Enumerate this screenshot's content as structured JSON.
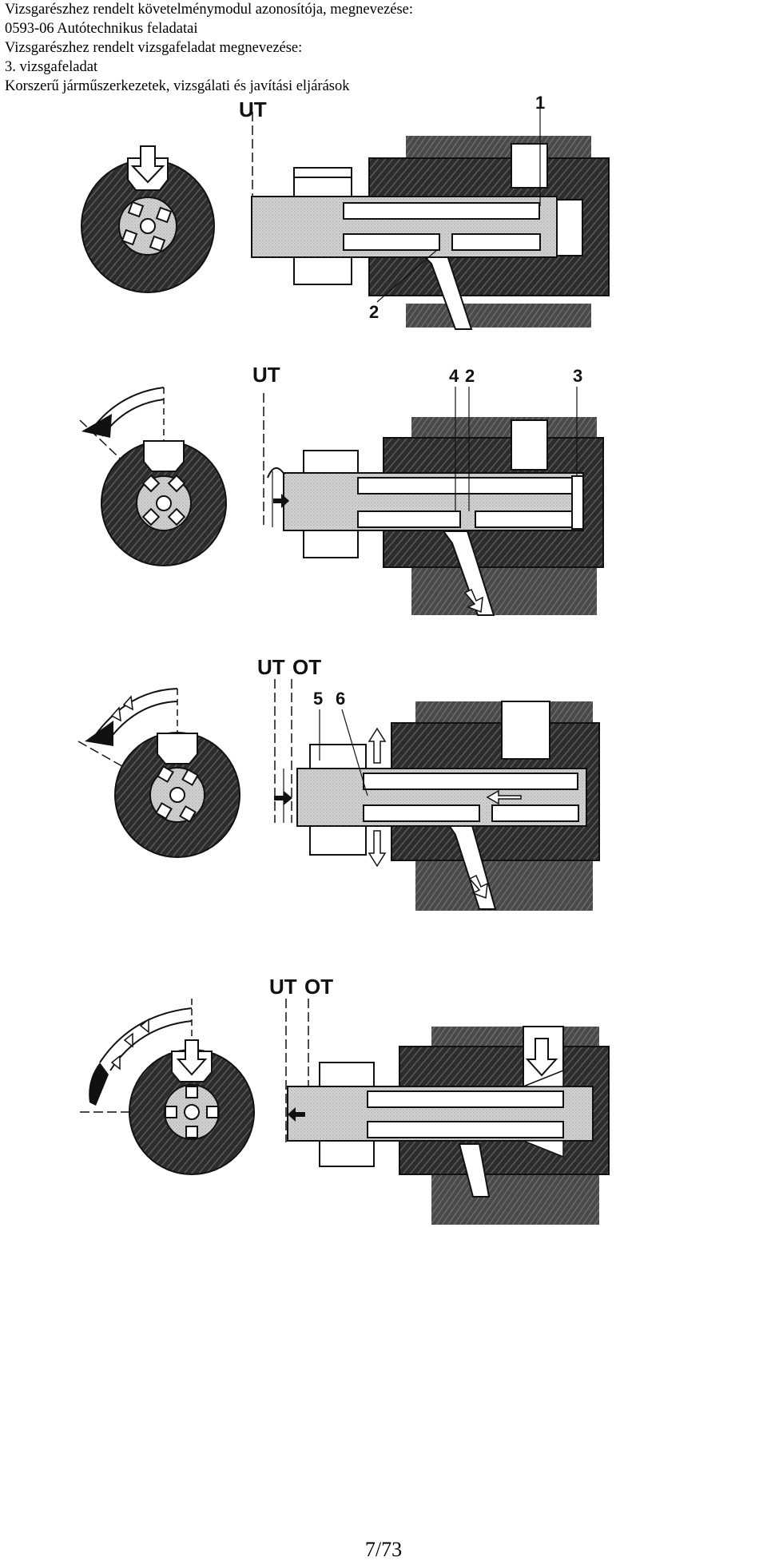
{
  "header": {
    "lines": [
      "Vizsgarészhez rendelt követelménymodul azonosítója, megnevezése:",
      "0593-06 Autótechnikus feladatai",
      "Vizsgarészhez rendelt vizsgafeladat megnevezése:",
      "3. vizsgafeladat",
      "Korszerű járműszerkezetek, vizsgálati és javítási eljárások"
    ]
  },
  "figure": {
    "panels": [
      {
        "labels": [
          "UT",
          "1",
          "2"
        ]
      },
      {
        "labels": [
          "UT",
          "4",
          "2",
          "3"
        ]
      },
      {
        "labels": [
          "UT",
          "OT",
          "5",
          "6"
        ]
      },
      {
        "labels": [
          "UT",
          "OT"
        ]
      }
    ]
  },
  "page_number": "7/73"
}
